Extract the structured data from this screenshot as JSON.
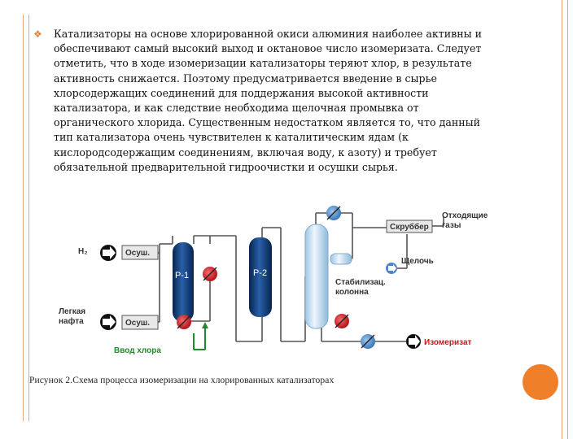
{
  "paragraph": "Катализаторы на основе хлорированной окиси алюминия наиболее активны и обеспечивают самый высокий выход и октановое число изомеризата. Следует отметить, что в ходе изомеризации катализаторы теряют хлор, в результате активность снижается. Поэтому предусматривается введение в сырье хлорсодержащих соединений для поддержания высокой активности катализатора, и как следствие необходима щелочная промывка от органического хлорида. Существенным недостатком является то, что данный тип катализатора очень чувствителен к каталитическим ядам (к кислородсодержащим соединениям, включая воду, к азоту) и требует обязательной предварительной гидроочистки и осушки сырья.",
  "caption": "Рисунок 2.Схема процесса изомеризации на хлорированных катализаторах",
  "diagram": {
    "h2": "H₂",
    "feed_line1": "Легкая",
    "feed_line2": "нафта",
    "dryer1": "Осуш.",
    "dryer2": "Осуш.",
    "reactor1": "P-1",
    "reactor2": "P-2",
    "chlorine": "Ввод хлора",
    "scrubber": "Скруббер",
    "offgas_line1": "Отходящие",
    "offgas_line2": "газы",
    "alkali": "Щелочь",
    "column_line1": "Стабилизац.",
    "column_line2": "колонна",
    "product": "Изомеризат"
  },
  "colors": {
    "accent": "#e2813a",
    "frame": "#e9a37e",
    "reactor": "#0b3d7a",
    "heater": "#d81f26",
    "chlorine": "#1f8a2e",
    "product": "#c8161d",
    "column": "#bcd9ef"
  }
}
